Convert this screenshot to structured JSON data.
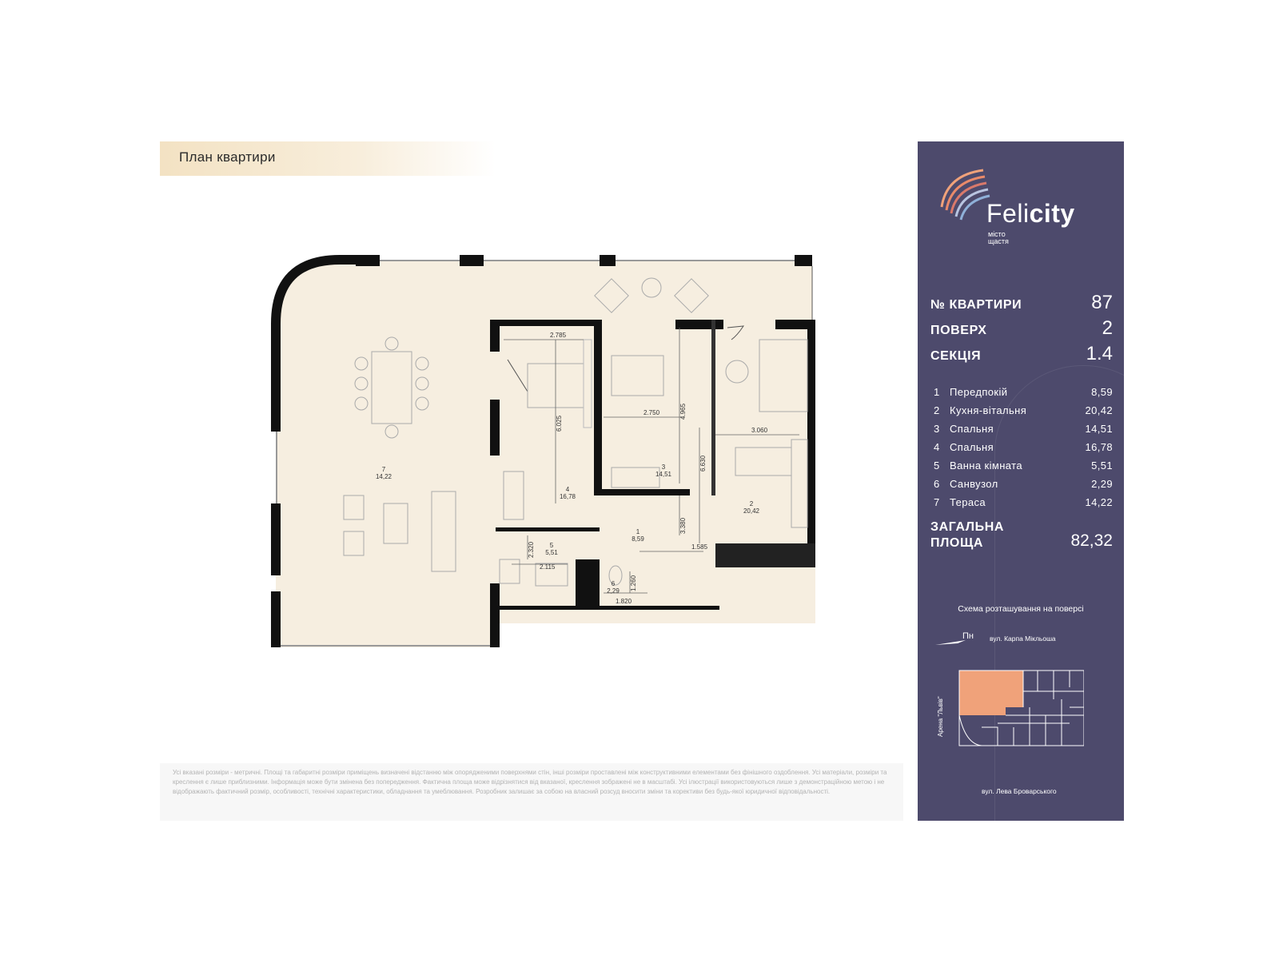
{
  "header": {
    "title": "План квартири"
  },
  "brand": {
    "name_light": "Feli",
    "name_bold": "city",
    "tagline_line1": "місто",
    "tagline_line2": "щастя"
  },
  "apartment": {
    "number_label": "№ КВАРТИРИ",
    "number_value": "87",
    "floor_label": "ПОВЕРХ",
    "floor_value": "2",
    "section_label": "СЕКЦІЯ",
    "section_value": "1.4"
  },
  "rooms": [
    {
      "num": "1",
      "name": "Передпокій",
      "area": "8,59"
    },
    {
      "num": "2",
      "name": "Кухня-вітальня",
      "area": "20,42"
    },
    {
      "num": "3",
      "name": "Спальня",
      "area": "14,51"
    },
    {
      "num": "4",
      "name": "Спальня",
      "area": "16,78"
    },
    {
      "num": "5",
      "name": "Ванна кімната",
      "area": "5,51"
    },
    {
      "num": "6",
      "name": "Санвузол",
      "area": "2,29"
    },
    {
      "num": "7",
      "name": "Тераса",
      "area": "14,22"
    }
  ],
  "total": {
    "label": "ЗАГАЛЬНА ПЛОЩА",
    "value": "82,32"
  },
  "scheme": {
    "title": "Схема розташування на поверсі",
    "north_label": "Пн",
    "street_top": "вул. Карпа Мікльоша",
    "street_bottom": "вул. Лева Броварського",
    "arena_label": "Арена \"Львів\""
  },
  "plan_labels": {
    "room7_num": "7",
    "room7_area": "14,22",
    "room4_num": "4",
    "room4_area": "16,78",
    "room3_num": "3",
    "room3_area": "14,51",
    "room2_num": "2",
    "room2_area": "20,42",
    "room1_num": "1",
    "room1_area": "8,59",
    "room5_num": "5",
    "room5_area": "5,51",
    "room6_num": "6",
    "room6_area": "2,29",
    "dim_2785": "2.785",
    "dim_6025": "6.025",
    "dim_2750": "2.750",
    "dim_4965": "4.965",
    "dim_3060": "3.060",
    "dim_6630": "6.630",
    "dim_3380": "3.380",
    "dim_1585": "1.585",
    "dim_2320": "2.320",
    "dim_2115": "2.115",
    "dim_1820": "1.820",
    "dim_1260": "1.260"
  },
  "disclaimer": "Усі вказані розміри - метричні. Площі та габаритні розміри приміщень визначені відстанню між опорядженими поверхнями стін, інші розміри проставлені між конструктивними елементами без фінішного оздоблення. Усі матеріали, розміри та креслення є лише приблизними. Інформація може бути змінена без попередження. Фактична площа може відрізнятися від вказаної, креслення зображені не в масштабі. Усі ілюстрації використовуються лише з демонстраційною метою і не відображають фактичний розмір, особливості, технічні характеристики, обладнання та умеблювання. Розробник залишає за собою на власний розсуд вносити зміни та корективи без будь-якої юридичної відповідальності.",
  "colors": {
    "panel": "#4d4a6c",
    "floor": "#f6eee0",
    "wall": "#111111",
    "accent": "#f0a27a"
  }
}
